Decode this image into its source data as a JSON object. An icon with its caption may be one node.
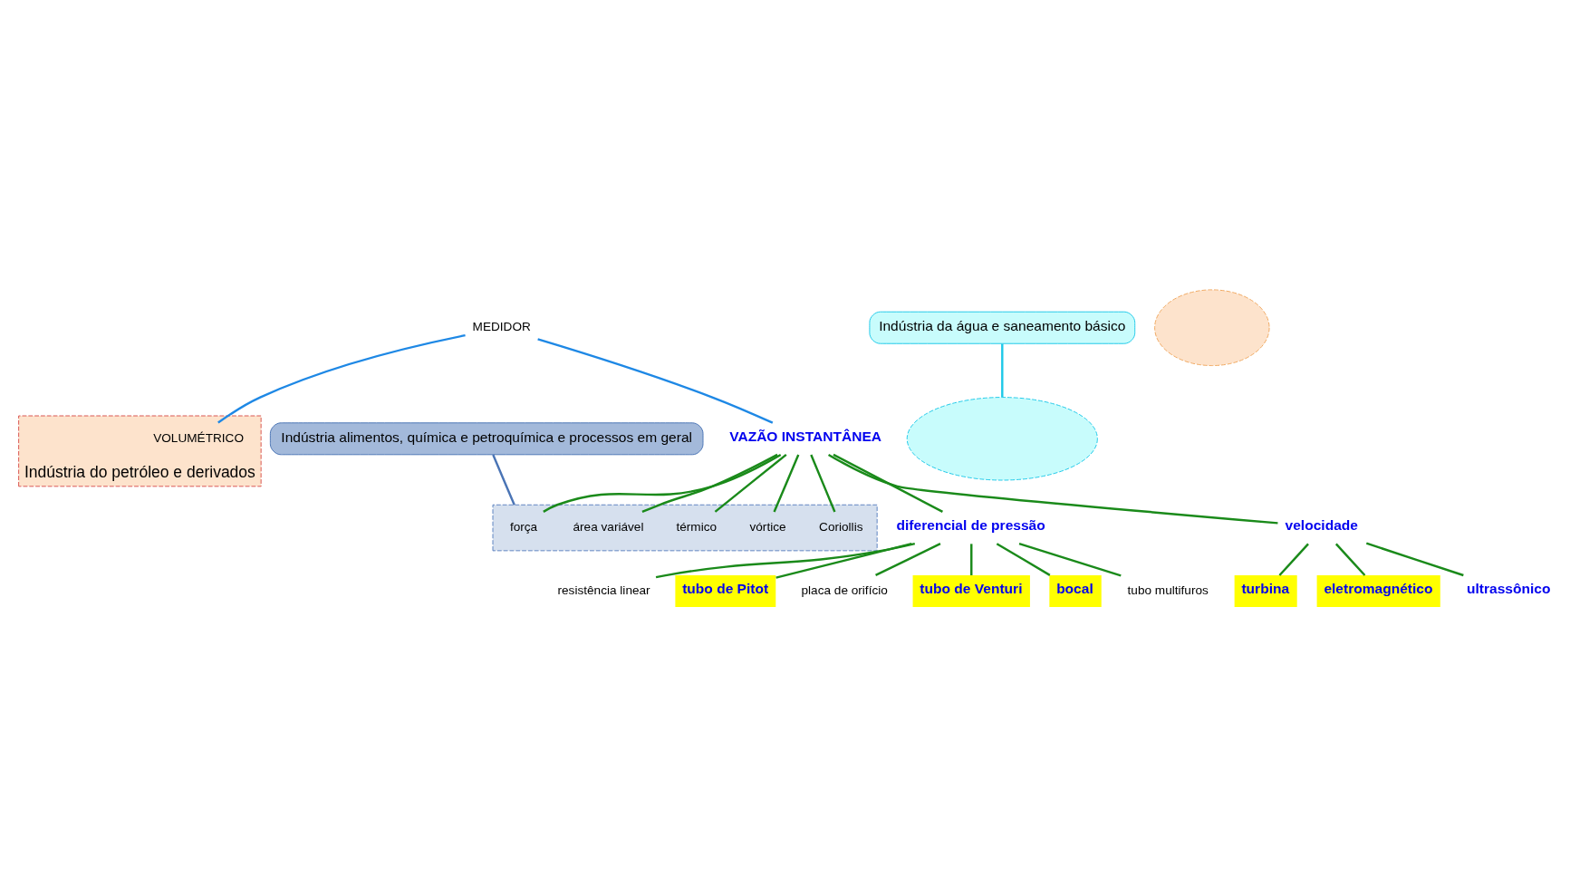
{
  "diagram": {
    "nodes": [
      {
        "text": [
          "MEDIDOR"
        ]
      },
      {
        "text": [
          "Indústria do petróleo e derivados"
        ]
      },
      {
        "text": [
          "VOLUMÉTRICO"
        ],
        "in": 1
      },
      {
        "text": [
          "VAZÃO INSTANTÂNEA"
        ]
      },
      {
        "text": [],
        "shape": "box"
      },
      {
        "text": [
          "força"
        ],
        "in": 4
      },
      {
        "text": [
          "vórtice"
        ],
        "in": 4
      },
      {
        "text": [
          "térmico"
        ],
        "in": 4
      },
      {
        "text": [
          "área variável"
        ],
        "in": 4
      },
      {
        "text": [
          "Coriollis"
        ],
        "in": 4
      },
      {
        "text": [
          "diferencial de pressão"
        ]
      },
      {
        "text": [
          "velocidade"
        ]
      },
      {
        "text": [],
        "shape": "ellipse"
      },
      {
        "text": [],
        "shape": "ellipse"
      },
      {
        "text": [
          "turbina"
        ]
      },
      {
        "text": [
          "eletromagnético"
        ]
      },
      {
        "text": [
          "ultrassônico"
        ]
      },
      {
        "text": [
          "resistência linear"
        ]
      },
      {
        "text": [
          "tubo de Pitot"
        ]
      },
      {
        "text": [
          "placa de orifício"
        ]
      },
      {
        "text": [
          "tubo de Venturi"
        ]
      },
      {
        "text": [
          "bocal"
        ]
      },
      {
        "text": [
          "tubo multifuros"
        ]
      },
      {
        "text": [
          "Indústria alimentos, química e petroquímica e processos em geral"
        ]
      },
      {
        "text": [
          "Indústria da água e saneamento básico"
        ]
      }
    ],
    "edges": [
      {
        "from": 0,
        "to": 2,
        "arrow": "none",
        "color": "#1e88e5"
      },
      {
        "from": 0,
        "to": 3,
        "arrow": "none",
        "color": "#1e88e5"
      },
      {
        "from": 3,
        "to": 5,
        "arrow": "none"
      },
      {
        "from": 3,
        "to": 6,
        "arrow": "none"
      },
      {
        "from": 3,
        "to": 7,
        "arrow": "none"
      },
      {
        "from": 3,
        "to": 8,
        "arrow": "none"
      },
      {
        "from": 3,
        "to": 9,
        "arrow": "none"
      },
      {
        "from": 3,
        "to": 10,
        "arrow": "none"
      },
      {
        "from": 3,
        "to": 11,
        "arrow": "none"
      },
      {
        "from": 11,
        "to": 14,
        "arrow": "none"
      },
      {
        "from": 11,
        "to": 15,
        "arrow": "none"
      },
      {
        "from": 11,
        "to": 16,
        "arrow": "none"
      },
      {
        "from": 10,
        "to": 17,
        "arrow": "none"
      },
      {
        "from": 10,
        "to": 18,
        "arrow": "none"
      },
      {
        "from": 10,
        "to": 19,
        "arrow": "none"
      },
      {
        "from": 10,
        "to": 20,
        "arrow": "none"
      },
      {
        "from": 10,
        "to": 21,
        "arrow": "none"
      },
      {
        "from": 10,
        "to": 22,
        "arrow": "none"
      },
      {
        "from": 23,
        "to": 4,
        "arrow": "none",
        "color": "#4a74b5"
      },
      {
        "from": 24,
        "to": 12,
        "arrow": "none",
        "color": "#1ec8e8"
      }
    ]
  }
}
